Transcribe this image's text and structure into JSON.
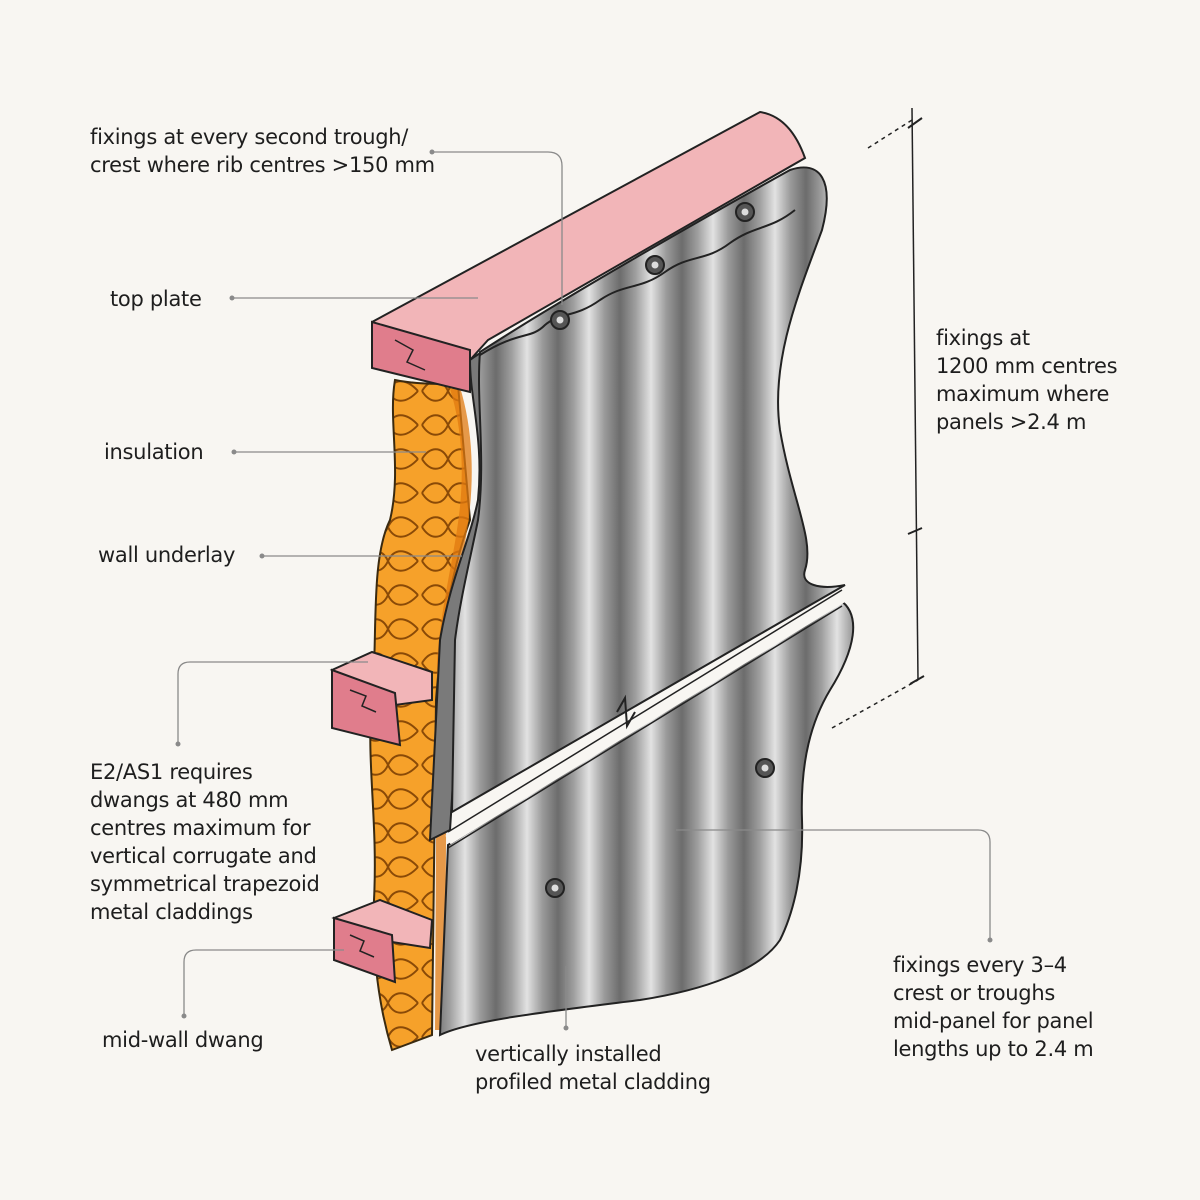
{
  "labels": {
    "fixings_trough": "fixings at every second trough/\ncrest where rib centres >150 mm",
    "top_plate": "top plate",
    "insulation": "insulation",
    "wall_underlay": "wall underlay",
    "e2_dwangs": "E2/AS1 requires\ndwangs at 480 mm\ncentres maximum for\nvertical corrugate and\nsymmetrical trapezoid\nmetal claddings",
    "mid_wall_dwang": "mid-wall dwang",
    "fixings_1200": "fixings at\n1200 mm centres\nmaximum where\npanels >2.4 m",
    "fixings_every": "fixings every 3–4\ncrest or troughs\nmid-panel for panel\nlengths up to 2.4 m",
    "cladding": "vertically installed\nprofiled metal cladding"
  },
  "colors": {
    "background": "#f8f6f2",
    "timber": "#f2b5b8",
    "timber_end": "#e07d8c",
    "insulation": "#f6a12a",
    "underlay": "#7a7a7a",
    "cladding_light": "#d9d9d9",
    "cladding_dark": "#6a6a6a",
    "leader_line": "#8a8a8a"
  }
}
